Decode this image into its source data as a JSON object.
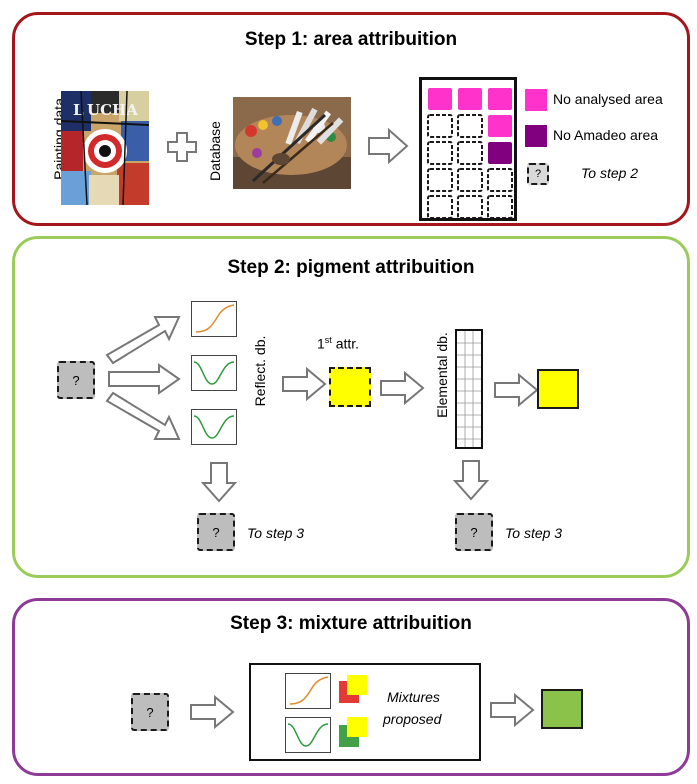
{
  "step1": {
    "title": "Step 1: area attribuition",
    "painting_label": "Painting data",
    "database_label": "Database",
    "legend": [
      {
        "label": "No analysed area",
        "color": "#ff33cc"
      },
      {
        "label": "No Amadeo area",
        "color": "#800080"
      },
      {
        "label": "To step 2",
        "symbol": "?"
      }
    ]
  },
  "step2": {
    "title": "Step 2: pigment attribuition",
    "reflect_label": "Reflect. db.",
    "first_attr_base": "1",
    "first_attr_sup": "st",
    "first_attr_rest": " attr.",
    "elemental_label": "Elemental db.",
    "to_step3_a": "To step 3",
    "to_step3_b": "To step 3",
    "unknown_symbol": "?"
  },
  "step3": {
    "title": "Step 3: mixture attribuition",
    "mixtures_line1": "Mixtures",
    "mixtures_line2": "proposed",
    "unknown_symbol": "?"
  },
  "colors": {
    "step1_border": "#a3171c",
    "step2_border": "#9bcc5a",
    "step3_border": "#8e3b97",
    "pink": "#ff33cc",
    "purple": "#800080",
    "yellow": "#ffff00",
    "green": "#8bc34a",
    "gray": "#bdbdbd"
  }
}
